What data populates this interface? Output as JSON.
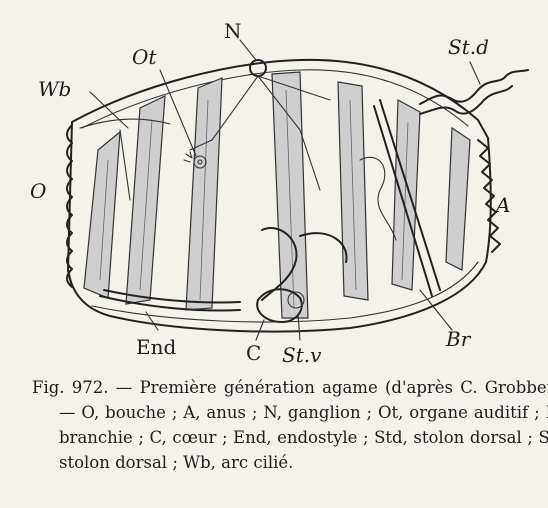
{
  "figure": {
    "labels": {
      "N": "N",
      "Ot": "Ot",
      "Std": "St.d",
      "Wb": "Wb",
      "O": "O",
      "A": "A",
      "End": "End",
      "C": "C",
      "Stv": "St.v",
      "Br": "Br"
    }
  },
  "caption": {
    "number": "Fig. 972.",
    "dash": "—",
    "title": "Première génération agame (d'après C. Grobben).",
    "legend": "— O, bouche ; A, anus ; N, ganglion ; Ot, organe auditif ; Br, branchie ; C, cœur ; End, endostyle ; Std, stolon dorsal ; Stv, stolon dorsal ; Wb, arc cilié."
  }
}
